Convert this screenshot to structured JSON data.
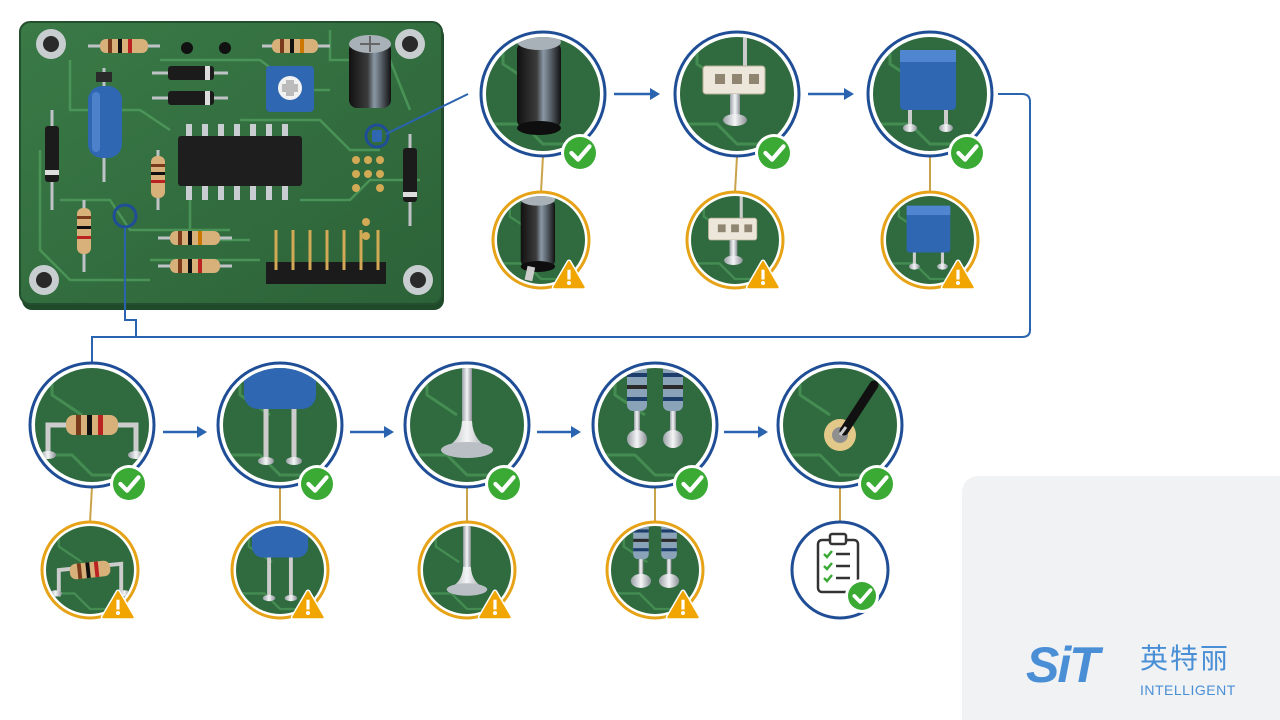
{
  "brand": {
    "mark": "SiT",
    "name_cn": "英特丽",
    "name_en": "INTELLIGENT"
  },
  "colors": {
    "board": "#2f6b3e",
    "board_edge": "#244f2f",
    "trace": "#4f9a5c",
    "ring_good": "#1f4e96",
    "ring_warn": "#e6a317",
    "check": "#3aaa35",
    "warn": "#f0a500",
    "arrow": "#2a63b0",
    "logo": "#4a8fd6"
  },
  "flow": {
    "stages": [
      {
        "component": "electrolytic-capacitor",
        "good": "check-icon",
        "bad": "warning-icon"
      },
      {
        "component": "connector-header",
        "good": "check-icon",
        "bad": "warning-icon"
      },
      {
        "component": "box-capacitor",
        "good": "check-icon",
        "bad": "warning-icon"
      },
      {
        "component": "axial-resistor",
        "good": "check-icon",
        "bad": "warning-icon"
      },
      {
        "component": "radial-component-leads",
        "good": "check-icon",
        "bad": "warning-icon"
      },
      {
        "component": "solder-joint",
        "good": "check-icon",
        "bad": "warning-icon"
      },
      {
        "component": "paired-resistor-joints",
        "good": "check-icon",
        "bad": "warning-icon"
      },
      {
        "component": "probe-inspection",
        "good": "check-icon",
        "bad": "clipboard-checklist-icon"
      }
    ]
  }
}
